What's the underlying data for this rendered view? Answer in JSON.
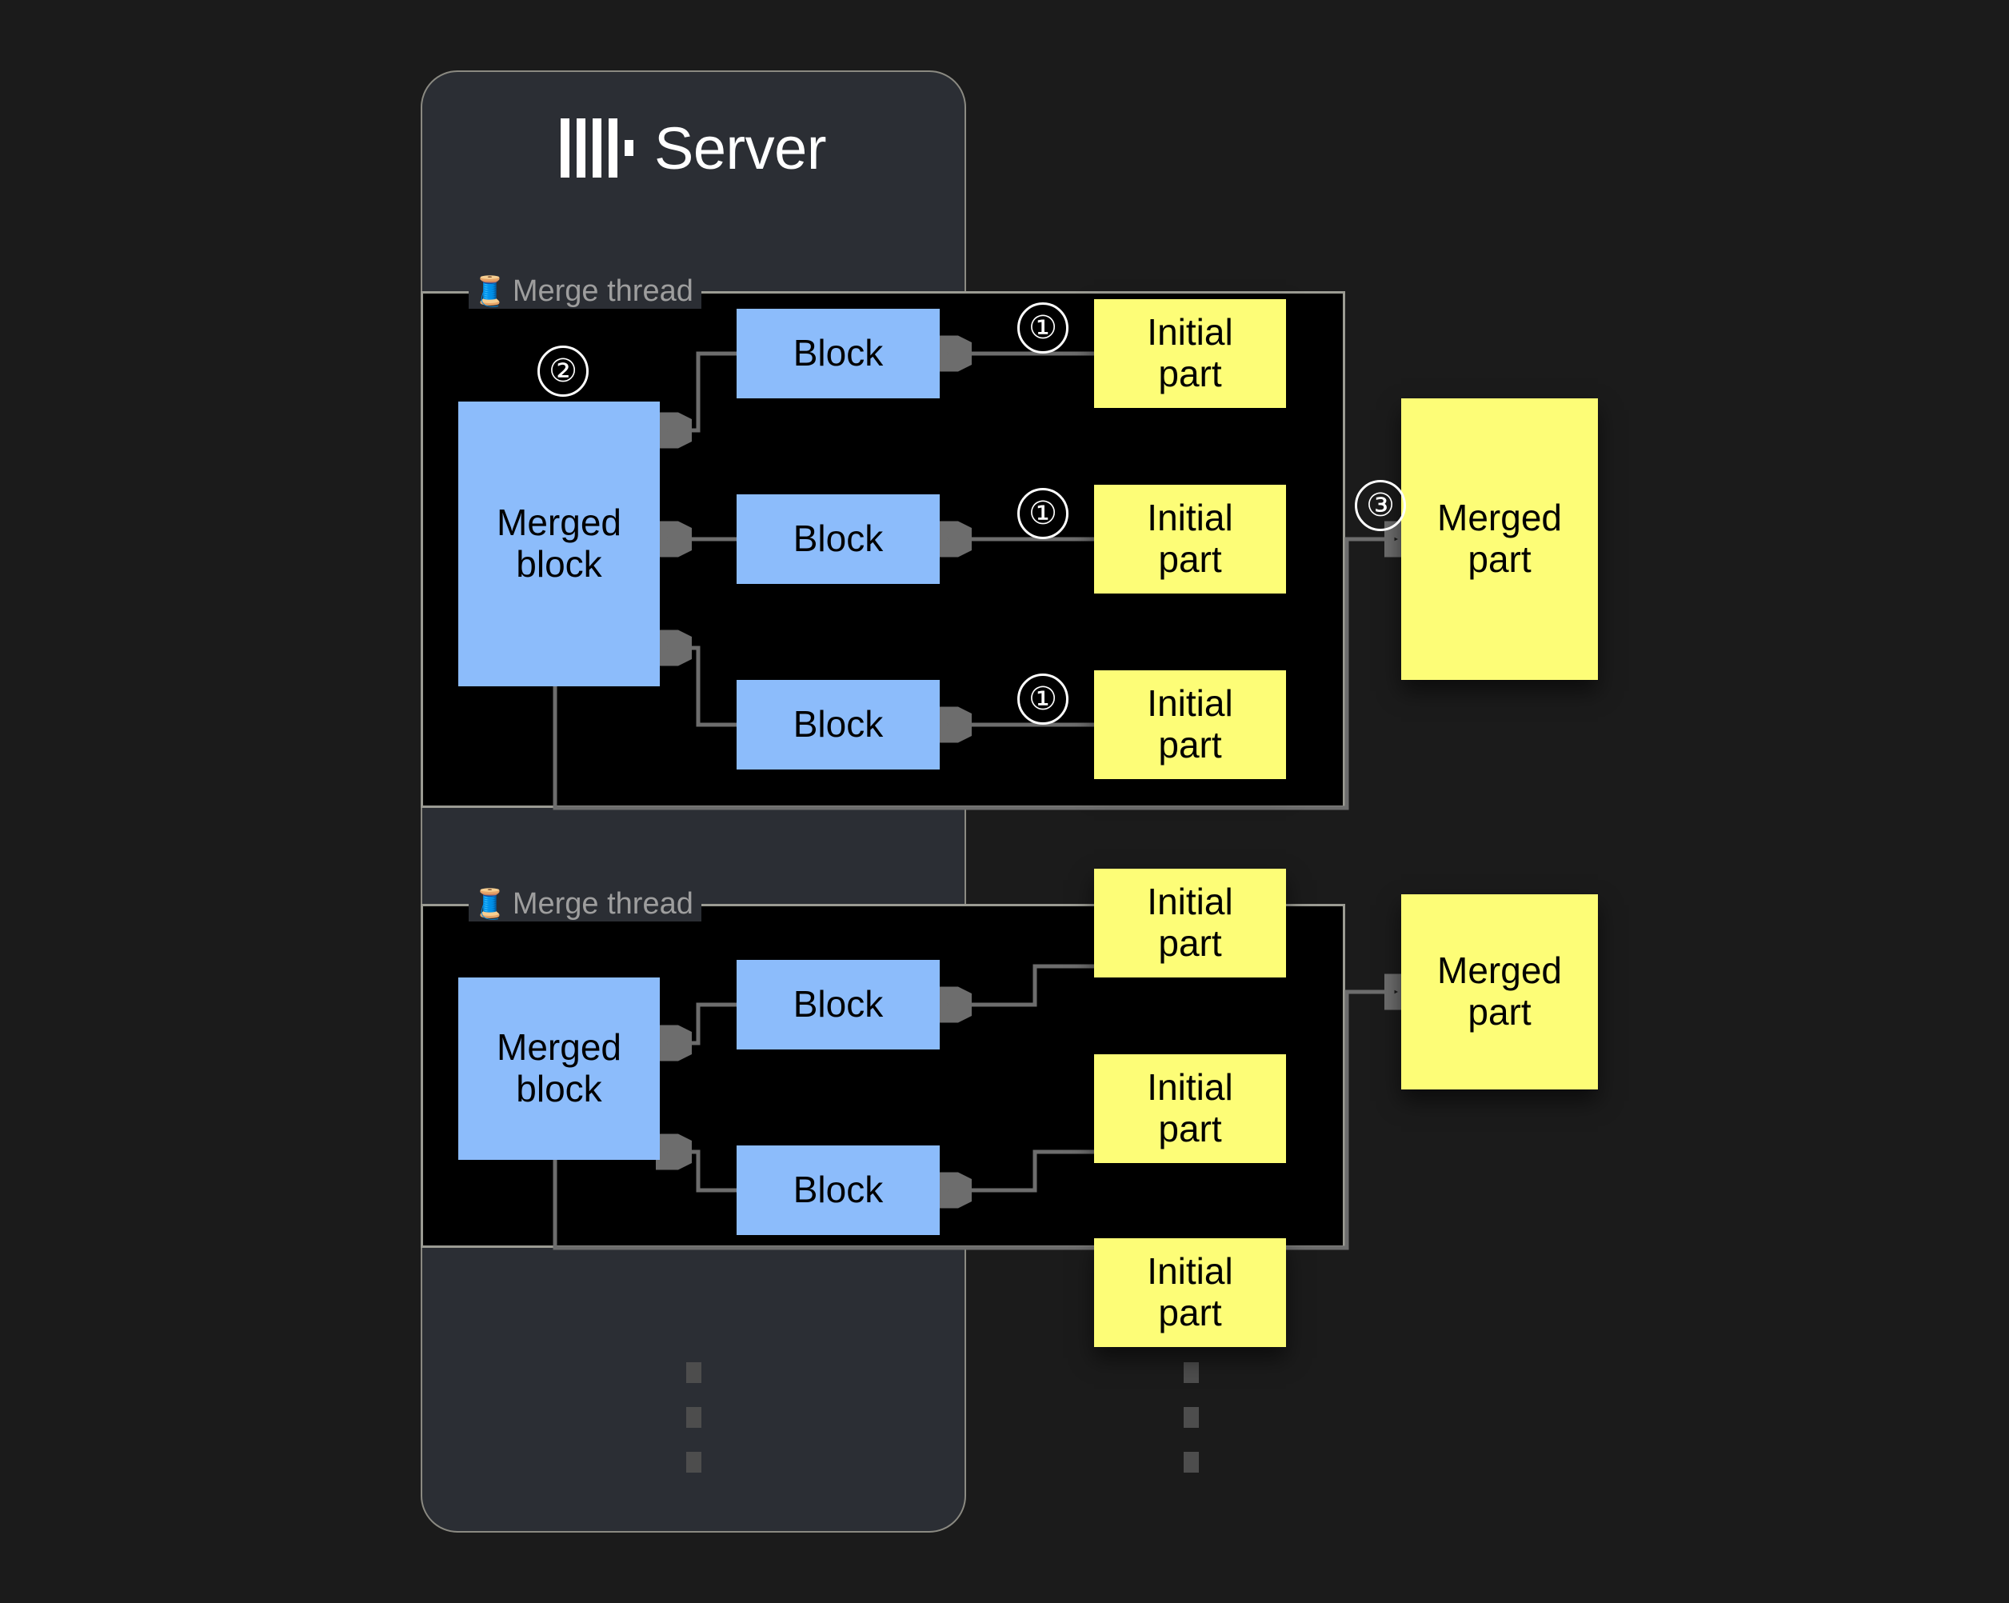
{
  "server": {
    "title": "Server",
    "logo_icon": "clickhouse-logo-icon"
  },
  "threads": [
    {
      "label": "Merge thread",
      "icon": "thread-spool-icon",
      "merged_block_label": "Merged\nblock",
      "blocks": [
        "Block",
        "Block",
        "Block"
      ],
      "initial_parts": [
        "Initial\npart",
        "Initial\npart",
        "Initial\npart"
      ],
      "merged_part_label": "Merged\npart",
      "step_ingest": "①",
      "step_merge": "②",
      "step_write": "③"
    },
    {
      "label": "Merge thread",
      "icon": "thread-spool-icon",
      "merged_block_label": "Merged\nblock",
      "blocks": [
        "Block",
        "Block"
      ],
      "initial_parts": [
        "Initial\npart",
        "Initial\npart",
        "Initial\npart"
      ],
      "merged_part_label": "Merged\npart"
    }
  ],
  "ellipsis": {
    "server_dots": [
      "dot",
      "dot",
      "dot"
    ],
    "parts_dots": [
      "dot",
      "dot",
      "dot"
    ]
  },
  "colors": {
    "background": "#1b1b1b",
    "server_panel": "#2b2e34",
    "server_border": "#8b8a82",
    "thread_bg": "#000000",
    "thread_border": "#9b9b93",
    "block_blue": "#8cbcfb",
    "part_yellow": "#fdfd77",
    "wire": "#6d6d6d",
    "label_gray": "#9e9e9e",
    "title_white": "#ffffff"
  }
}
